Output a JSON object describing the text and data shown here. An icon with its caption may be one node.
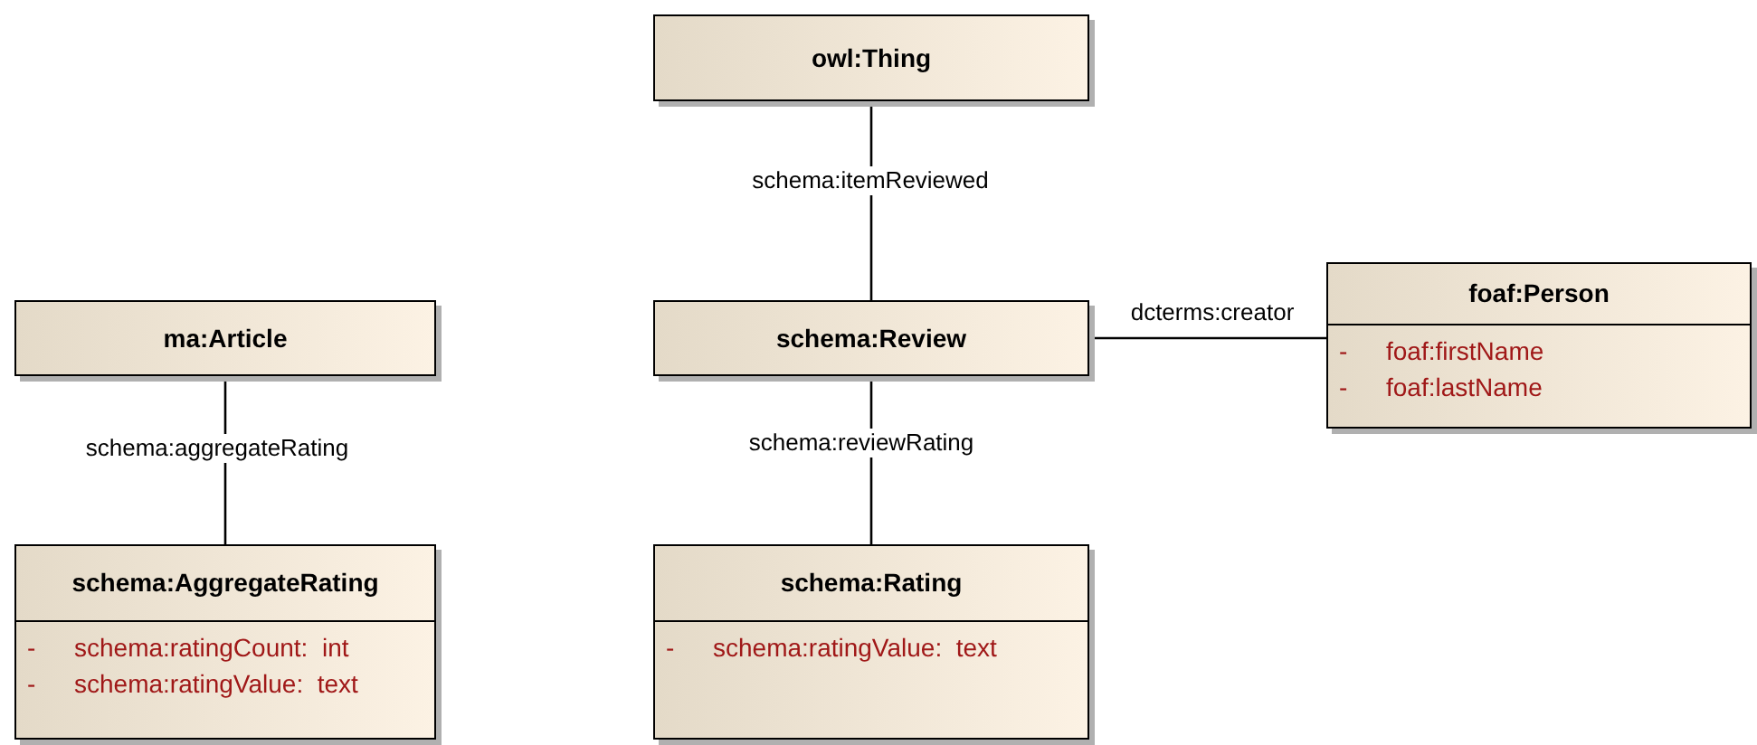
{
  "diagram": {
    "nodes": [
      {
        "text": [
          "owl:Thing"
        ]
      },
      {
        "text": [
          "ma:Article"
        ]
      },
      {
        "text": [
          "schema:Review"
        ]
      },
      {
        "text": [
          "foaf:Person",
          "-",
          "foaf:firstName",
          "-",
          "foaf:lastName"
        ]
      },
      {
        "text": [
          "schema:AggregateRating",
          "-",
          "schema:ratingCount:  int",
          "-",
          "schema:ratingValue:  text"
        ]
      },
      {
        "text": [
          "schema:Rating",
          "-",
          "schema:ratingValue:  text"
        ]
      }
    ],
    "edges": [
      {
        "from": 0,
        "to": 2,
        "arrow": "none",
        "label": "schema:itemReviewed"
      },
      {
        "from": 2,
        "to": 3,
        "arrow": "none",
        "label": "dcterms:creator"
      },
      {
        "from": 1,
        "to": 4,
        "arrow": "none",
        "label": "schema:aggregateRating"
      },
      {
        "from": 2,
        "to": 5,
        "arrow": "none",
        "label": "schema:reviewRating"
      }
    ]
  }
}
